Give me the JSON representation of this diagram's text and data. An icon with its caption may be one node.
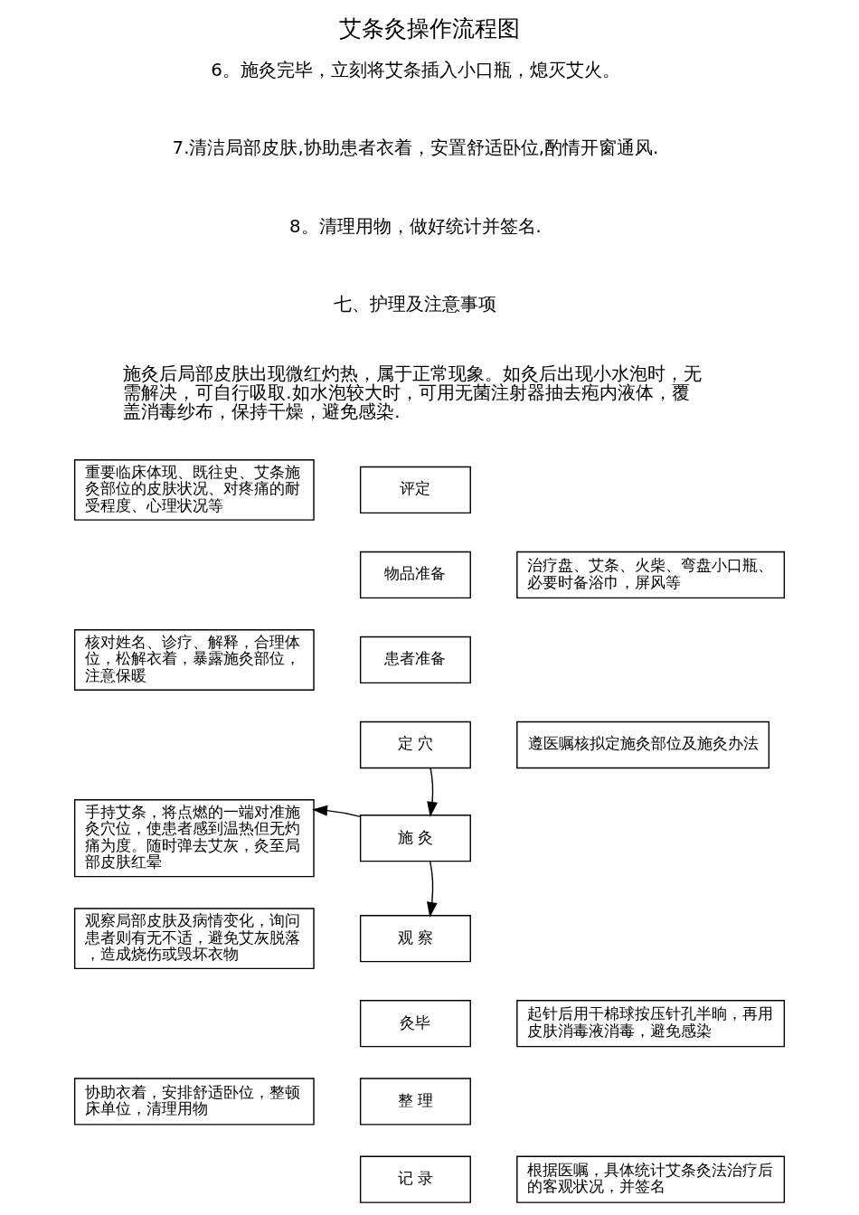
{
  "diagram": {
    "title": "艾条灸操作流程图",
    "nodes": [
      {
        "text": [
          "重要临床体现、既往史、艾条施灸部位的皮肤状况、对疼痛的耐受程度、心理状况等"
        ]
      },
      {
        "text": [
          "评定"
        ]
      },
      {
        "text": [
          "物品准备"
        ]
      },
      {
        "text": [
          "治疗盘、艾条、火柴、弯盘小口瓶、必要时备浴巾，屏风等"
        ]
      },
      {
        "text": [
          "核对姓名、诊疗、解释，合理体位，松解衣着，暴露施灸部位，注意保暖"
        ]
      },
      {
        "text": [
          "患者准备"
        ]
      },
      {
        "text": [
          "遵医嘱核拟定施灸部位及施灸办法"
        ]
      },
      {
        "text": [
          "定 穴"
        ]
      },
      {
        "text": [
          "手持艾条，将点燃的一端对准施灸穴位，使患者感到温热但无灼痛为度。随时弹去艾灰，灸至局部皮肤红晕"
        ]
      },
      {
        "text": [
          "施 灸"
        ]
      },
      {
        "text": [
          "观察局部皮肤及病情变化，询问患者则有无不适，避免艾灰脱落，造成烧伤或毁坏衣物"
        ]
      },
      {
        "text": [
          "观 察"
        ]
      },
      {
        "text": [
          "起针后用干棉球按压针孔半晌，再用皮肤消毒液消毒，避免感染"
        ]
      },
      {
        "text": [
          "灸毕"
        ]
      },
      {
        "text": [
          "协助衣着，安排舒适卧位，整顿床单位，清理用物"
        ]
      },
      {
        "text": [
          "整 理"
        ]
      },
      {
        "text": [
          "记 录"
        ]
      },
      {
        "text": [
          "根据医嘱，具体统计艾条灸法治疗后的客观状况，并签名"
        ]
      }
    ],
    "edges": [
      {
        "from": 7,
        "to": 9,
        "arrow": "to"
      },
      {
        "from": 9,
        "to": 8,
        "arrow": "to"
      },
      {
        "from": 9,
        "to": 11,
        "arrow": "to"
      }
    ],
    "labels": [
      "6。施灸完毕，立刻将艾条插入小口瓶，熄灭艾火。",
      "7.清洁局部皮肤,协助患者衣着，安置舒适卧位,酌情开窗通风.",
      "8。清理用物，做好统计并签名.",
      "七、护理及注意事项",
      "施灸后局部皮肤出现微红灼热，属于正常现象。如灸后出现小水泡时，无需解决，可自行吸取.如水泡较大时，可用无菌注射器抽去疱内液体，覆盖消毒纱布，保持干燥，避免感染."
    ]
  }
}
